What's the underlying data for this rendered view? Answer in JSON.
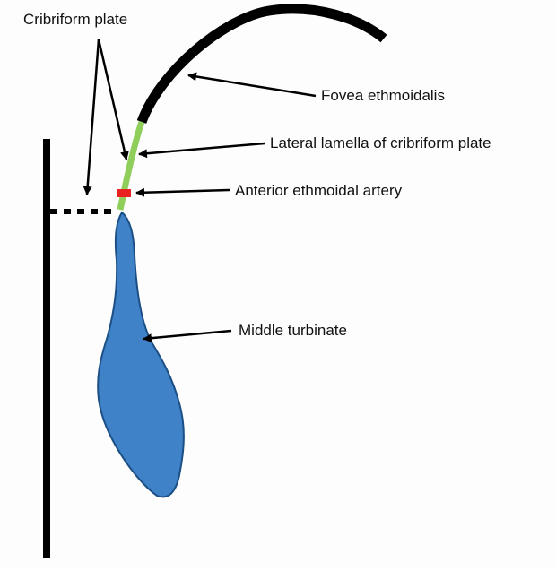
{
  "labels": {
    "cribriform_plate": "Cribriform plate",
    "fovea_ethmoidalis": "Fovea ethmoidalis",
    "lateral_lamella": "Lateral lamella of cribriform plate",
    "anterior_ethmoidal_artery": "Anterior ethmoidal artery",
    "middle_turbinate": "Middle turbinate"
  },
  "colors": {
    "background": "#ffffff",
    "bone_line": "#000000",
    "lateral_lamella": "#8fce5a",
    "artery": "#e8231f",
    "turbinate_fill": "#3f82c8",
    "turbinate_stroke": "#1c4f86",
    "text": "#111111"
  }
}
